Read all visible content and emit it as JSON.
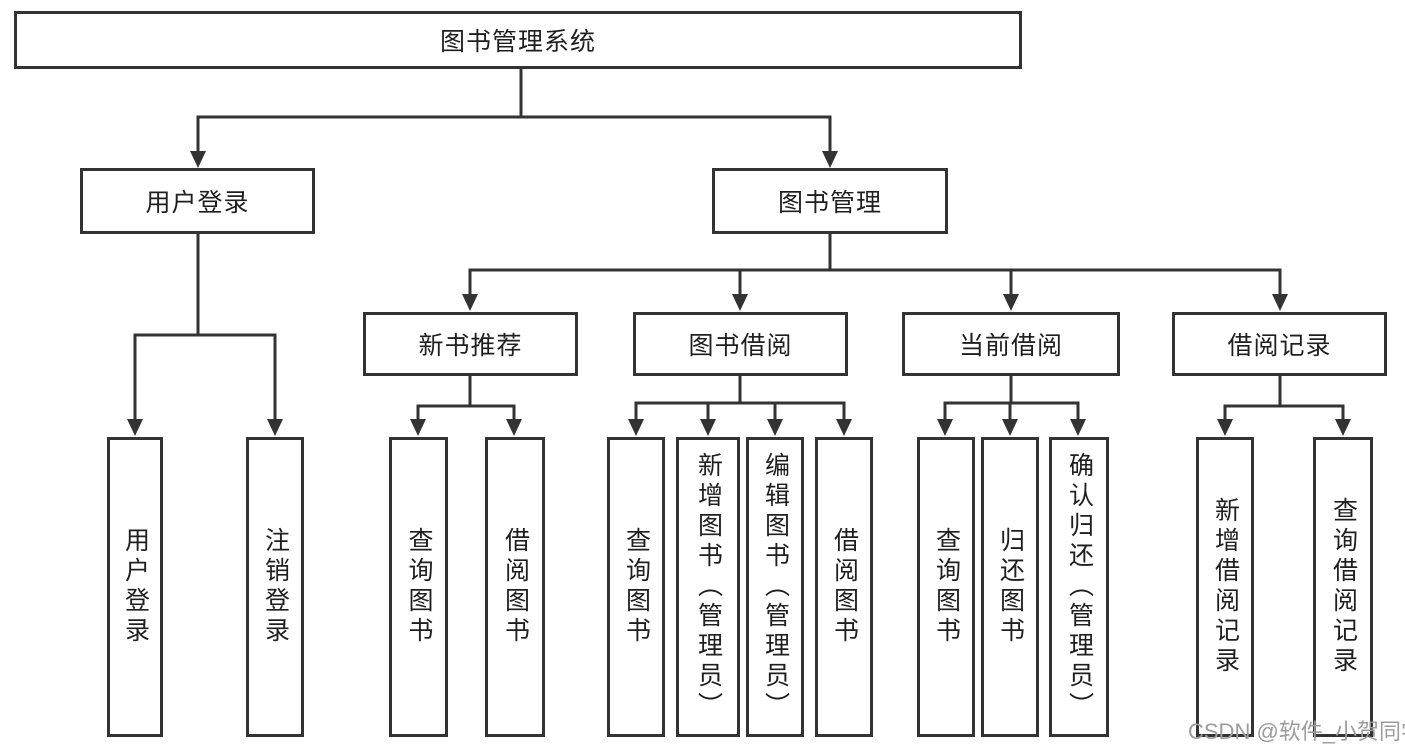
{
  "diagram": {
    "root": {
      "label": "图书管理系统"
    },
    "user_branch": {
      "label": "用户登录",
      "children": [
        {
          "label": "用户登录"
        },
        {
          "label": "注销登录"
        }
      ]
    },
    "book_branch": {
      "label": "图书管理",
      "groups": [
        {
          "label": "新书推荐",
          "children": [
            {
              "label": "查询图书"
            },
            {
              "label": "借阅图书"
            }
          ]
        },
        {
          "label": "图书借阅",
          "children": [
            {
              "label": "查询图书"
            },
            {
              "label": "新增图书（管理员）"
            },
            {
              "label": "编辑图书（管理员）"
            },
            {
              "label": "借阅图书"
            }
          ]
        },
        {
          "label": "当前借阅",
          "children": [
            {
              "label": "查询图书"
            },
            {
              "label": "归还图书"
            },
            {
              "label": "确认归还（管理员）"
            }
          ]
        },
        {
          "label": "借阅记录",
          "children": [
            {
              "label": "新增借阅记录"
            },
            {
              "label": "查询借阅记录"
            }
          ]
        }
      ]
    }
  },
  "watermark": {
    "text": "CSDN @软件_小贺同学"
  },
  "colors": {
    "line": "#333333",
    "text": "#1f1f1f",
    "watermark": "#9c9c9c",
    "background": "#ffffff"
  }
}
